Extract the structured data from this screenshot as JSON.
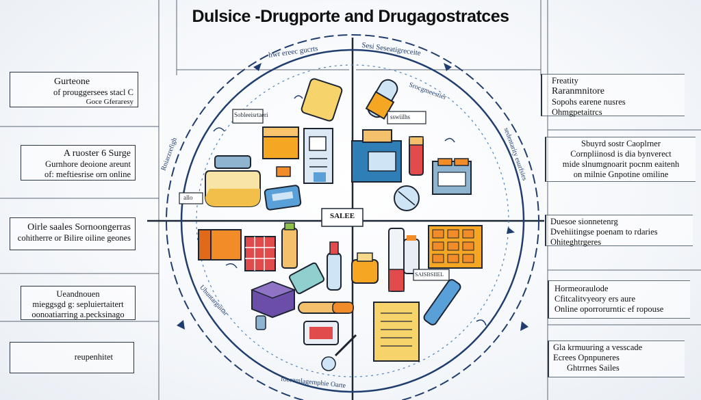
{
  "title": "Dulsice -Drugporte and Drugagostratces",
  "center_label": "SALEE",
  "ring_labels": {
    "top_left": "hwr ereec gucrts",
    "top_right": "Sesi Seseatigreceite",
    "left_arc": "Rniarzrefigh",
    "right_arc": "sedentarity esurfsies",
    "bottom_left": "Uhuntarguitar",
    "bottom_right": "fooremlagemphie Oarte",
    "inner_tl": "Sobleeisrtaeri",
    "inner_tr": "Srocgmeestier",
    "sticker_tr": "sswiilhs",
    "sticker_br": "SAISBSIIEL",
    "sticker_ml": "allo"
  },
  "left_boxes": [
    {
      "lines": [
        "Gurteone",
        "of prouggersees stacl C",
        "Goce Gferaresy"
      ]
    },
    {
      "lines": [
        "A ruoster 6 Surge",
        "Gurnhore deoione areunt",
        "of: meftiesrise orn online"
      ]
    },
    {
      "lines": [
        "Oirle saales Sornoongerras",
        "cohitherre or Bilire oiline geones"
      ]
    },
    {
      "lines": [
        "Ueandnouen",
        "mieggsgd g: sepluiertaitert",
        "oonoatiarring a.pecksinago"
      ]
    },
    {
      "lines": [
        "reupenhitet"
      ]
    }
  ],
  "right_boxes": [
    {
      "lines": [
        "Freatity",
        "Raranmnitore",
        "Sopohs earene nusres",
        "Ohmgpetaitrcs"
      ]
    },
    {
      "lines": [
        "Sbuyrd sostr Caoplrner",
        "Cornpliinosd is dia bynverect",
        "mide slnumgnoarit pocnm eaitenh",
        "on milnie Gnpotine omiline"
      ]
    },
    {
      "lines": [
        "Duesoe sionnetenrg",
        "Dvehiitingse poenam to rdaries",
        "Ohiteghtrgeres"
      ]
    },
    {
      "lines": [
        "Hormeoraulode",
        "Cfitcalitvyeory ers aure",
        "Online oporrorurntic ef ropouse"
      ]
    },
    {
      "lines": [
        "Gla krmuuring a vesscade",
        "Ecrees Opnpuneres",
        "Ghtrrnes Sailes"
      ]
    }
  ]
}
